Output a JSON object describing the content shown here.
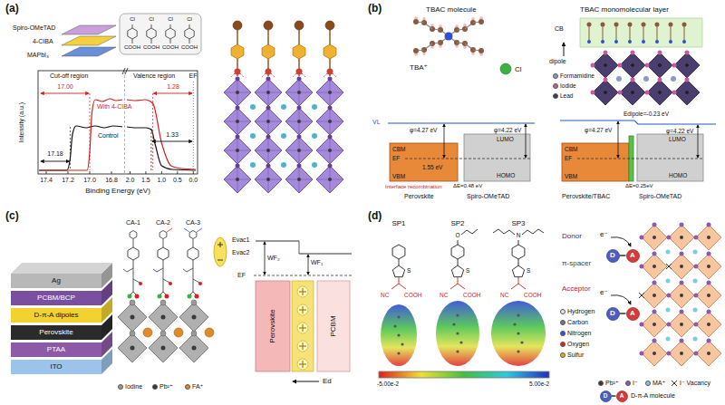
{
  "diagram": {
    "nodes": [
      {
        "text": [
          "Ag"
        ]
      },
      {
        "text": [
          "PCBM/BCP"
        ]
      },
      {
        "text": [
          "D-π-A dipoles"
        ]
      },
      {
        "text": [
          "Perovskite"
        ]
      },
      {
        "text": [
          "PTAA"
        ]
      },
      {
        "text": [
          "ITO"
        ]
      },
      {
        "text": [
          "D"
        ]
      },
      {
        "text": [
          "A"
        ]
      },
      {
        "text": [
          "D"
        ]
      },
      {
        "text": [
          "A"
        ]
      },
      {
        "text": [
          "D"
        ]
      },
      {
        "text": [
          "A"
        ]
      }
    ],
    "edges": [
      {
        "from": 6,
        "to": 7,
        "arrow": "none"
      },
      {
        "from": 8,
        "to": 9,
        "arrow": "none"
      },
      {
        "from": 10,
        "to": 11,
        "arrow": "none"
      }
    ],
    "labels": [
      "(a)",
      "Spiro-OMeTAD",
      "4-CIBA",
      "MAPbI₃",
      "Cl",
      "COOH",
      "Cl",
      "COOH",
      "Cl",
      "COOH",
      "Cl",
      "COOH",
      "Cut-off region",
      "Valence region",
      "17.00",
      "1.28",
      "EF",
      "With 4-CIBA",
      "Control",
      "17.18",
      "1.33",
      "Intensity (a.u.)",
      "Binding Energy (eV)",
      "17.4",
      "17.2",
      "17.0",
      "16.8",
      "2.0",
      "1.5",
      "1.0",
      "0.5",
      "0.0",
      "(b)",
      "TBAC molecule",
      "TBAC monomolecular layer",
      "TBA⁺",
      "Cl",
      "CB",
      "dipole",
      "VL",
      "φ=4.27 eV",
      "φ=4.22 eV",
      "CBM",
      "EF",
      "1.55 eV",
      "VBM",
      "LUMO",
      "HOMO",
      "ΔE=0.48 eV",
      "Interface recombination",
      "Perovskite",
      "Spiro-OMeTAD",
      "φ=4.27 eV",
      "Edipole=-0.23 eV",
      "φ=4.22 eV",
      "CBM",
      "EF",
      "VBM",
      "LUMO",
      "HOMO",
      "ΔE=0.25eV",
      "Perovskite/TBAC",
      "Spiro-OMeTAD",
      "(c)",
      "CA-1",
      "CA-2",
      "CA-3",
      "Evac1",
      "Evac2",
      "WF₂",
      "WF₁",
      "EF",
      "Perovskite",
      "PCBM",
      "Ed",
      "(d)",
      "SP1",
      "SP2",
      "SP3",
      "Donor",
      "π-spacer",
      "Acceptor",
      "S",
      "NC",
      "COOH",
      "O",
      "S",
      "NC",
      "COOH",
      "N",
      "S",
      "NC",
      "COOH",
      "-5.00e-2",
      "5.00e-2",
      "e⁻",
      "e⁻"
    ],
    "legend": [
      {
        "text": "Formamidine",
        "color": "#8a9ac8"
      },
      {
        "text": "Iodide",
        "color": "#c85a9a"
      },
      {
        "text": "Lead",
        "color": "#3d3d3d"
      },
      {
        "text": "Iodine",
        "color": "#9a9a9a"
      },
      {
        "text": "Pb²⁺",
        "color": "#3a3a3a"
      },
      {
        "text": "FA⁺",
        "color": "#e08a2a"
      },
      {
        "text": "Hydrogen",
        "color": "#e6e6e6"
      },
      {
        "text": "Carbon",
        "color": "#777777"
      },
      {
        "text": "Nitrogen",
        "color": "#3050f8"
      },
      {
        "text": "Oxygen",
        "color": "#e02020"
      },
      {
        "text": "Sulfur",
        "color": "#e0b020"
      },
      {
        "text": "Pb²⁺",
        "color": "#3a3a3a"
      },
      {
        "text": "I⁻",
        "color": "#8a5ab0"
      },
      {
        "text": "MA⁺",
        "color": "#7ec8e8"
      },
      {
        "text": "I⁻ Vacancy"
      },
      {
        "text": "D-π-A molecule"
      }
    ]
  }
}
